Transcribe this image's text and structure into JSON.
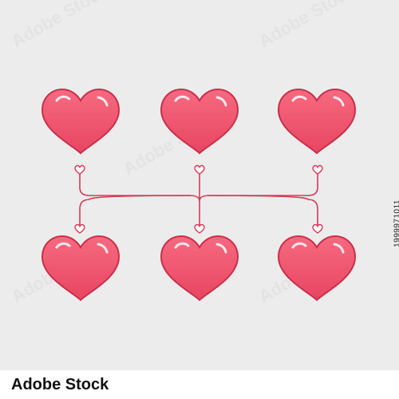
{
  "colors": {
    "background": "#ececed",
    "heart_fill": "#f0506a",
    "heart_outline": "#d0324b",
    "heart_highlight": "#ffffff",
    "connector": "#d83a55"
  },
  "diagram": {
    "top_hearts": [
      "heart",
      "heart",
      "heart"
    ],
    "bottom_hearts": [
      "heart",
      "heart",
      "heart"
    ],
    "connector_icon": "small-heart-icon"
  },
  "footer": {
    "stock_id": "1999971011",
    "logo_text": "Adobe Stock"
  }
}
